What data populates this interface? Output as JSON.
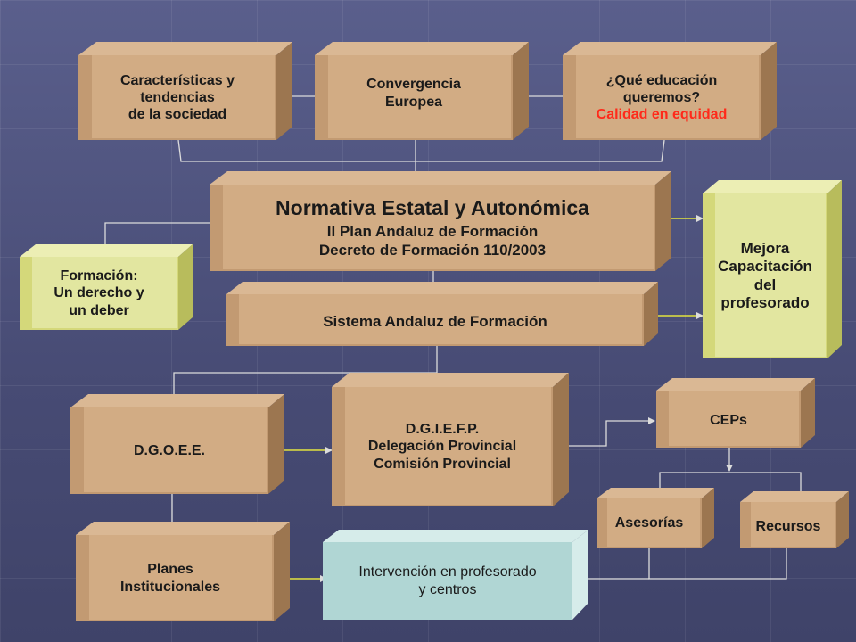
{
  "colors": {
    "box_front": "#c29a72",
    "box_face": "#d2ac84",
    "box_top": "#dab894",
    "box_side": "#9c7650",
    "yellow_front": "#d4d87a",
    "yellow_face": "#e2e6a0",
    "yellow_top": "#eceeb4",
    "yellow_side": "#b8bc5c",
    "teal_front": "#b0d6d4",
    "teal_side": "#d6ecea",
    "connector": "#dcdcdc",
    "arrow_accent": "#ffff33",
    "highlight": "#ff2a1a"
  },
  "boxes": {
    "sociedad": [
      "Características y",
      "tendencias",
      "de la sociedad"
    ],
    "convergencia": [
      "Convergencia",
      "Europea"
    ],
    "educacion": [
      "¿Qué educación",
      "queremos?"
    ],
    "educacion_highlight": "Calidad en equidad",
    "normativa_title": "Normativa Estatal y Autonómica",
    "normativa_lines": [
      "II Plan Andaluz de Formación",
      "Decreto de Formación 110/2003"
    ],
    "formacion": [
      "Formación:",
      "Un derecho y",
      "un deber"
    ],
    "mejora": [
      "Mejora",
      "Capacitación",
      "del",
      "profesorado"
    ],
    "sistema": "Sistema Andaluz de Formación",
    "dgoee": "D.G.O.E.E.",
    "dgiefp": [
      "D.G.I.E.F.P.",
      "Delegación Provincial",
      "Comisión Provincial"
    ],
    "ceps": "CEPs",
    "asesorias": "Asesorías",
    "recursos": "Recursos",
    "planes": [
      "Planes",
      "Institucionales"
    ],
    "intervencion": [
      "Intervención en profesorado",
      "y centros"
    ]
  }
}
